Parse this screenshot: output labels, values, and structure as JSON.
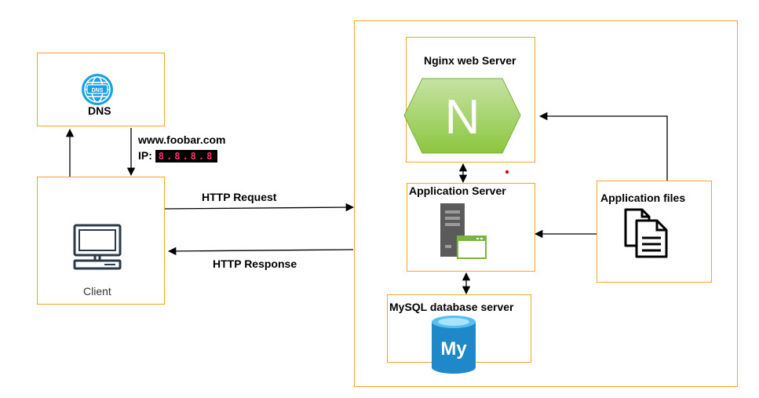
{
  "dns": {
    "label": "DNS",
    "icon": "globe-dns-icon",
    "badge": "DNS",
    "color": "#1ba1e2"
  },
  "client": {
    "label": "Client",
    "icon": "computer-monitor-icon"
  },
  "dns_response": {
    "domain": "www.foobar.com",
    "ip_label": "IP:",
    "ip_value": "8.8.8.8"
  },
  "http": {
    "request": "HTTP Request",
    "response": "HTTP Response"
  },
  "nginx": {
    "label": "Nginx web Server",
    "letter": "N",
    "icon": "nginx-hexagon-icon",
    "color": "#8cc63f"
  },
  "app_server": {
    "label": "Application Server",
    "icon": "server-window-icon"
  },
  "mysql": {
    "label": "MySQL database server",
    "badge": "My",
    "icon": "mysql-database-icon",
    "color": "#1e88c8"
  },
  "app_files": {
    "label": "Application files",
    "icon": "documents-icon"
  },
  "colors": {
    "box_border": "#f5a623",
    "arrow": "#000000",
    "dot": "#e00000"
  }
}
